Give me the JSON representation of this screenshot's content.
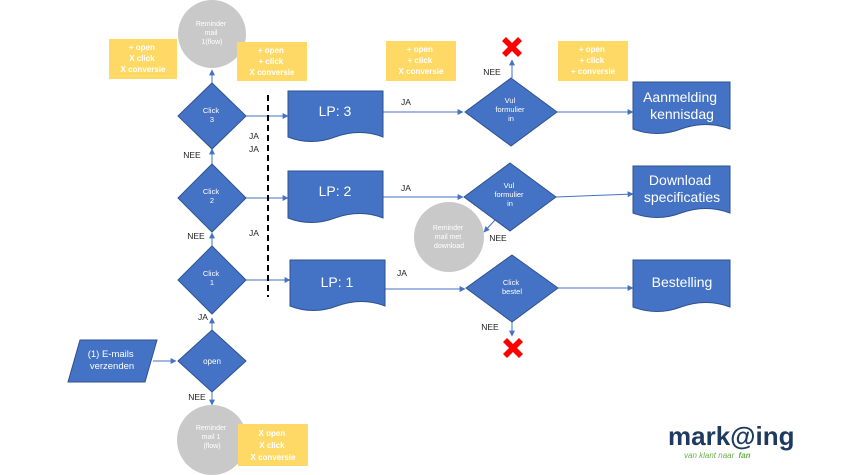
{
  "colors": {
    "shape_blue": "#4472c4",
    "shape_border": "#2f528f",
    "note_yellow": "#ffd966",
    "reminder_grey": "#c9c9c9",
    "cross_red": "#ff0000",
    "logo_dark": "#1e3a5f",
    "logo_green": "#6ab04c"
  },
  "nodes": {
    "send": "(1) E-mails\nverzenden",
    "open": "open",
    "click1": "Click\n1",
    "click2": "Click\n2",
    "click3": "Click\n3",
    "lp1": "LP: 1",
    "lp2": "LP: 2",
    "lp3": "LP: 3",
    "bestel": "Click\nbestel",
    "vul2": "Vul\nformulier\nin",
    "vul3": "Vul\nformulier\nin",
    "bestelling": "Bestelling",
    "download": "Download\nspecificaties",
    "aanmelding": "Aanmelding\nkennisdag",
    "reminder_top": "Reminder\nmail\n1(flow)",
    "reminder_bottom": "Reminder\nmail 1\n(flow)",
    "reminder_download": "Reminder\nmail met\ndownload"
  },
  "notes": {
    "n1": "+ open\nX click\nX conversie",
    "n2": "+ open\n+ click\nX conversie",
    "n3": "+ open\n+ click\nX conversie",
    "n4": "+ open\n+ click\n+ conversie",
    "n5": "X open\nX click\nX conversie"
  },
  "labels": {
    "ja_open": "JA",
    "nee_open": "NEE",
    "nee_c1": "NEE",
    "nee_c2": "NEE",
    "ja_c1": "JA",
    "ja_c2": "JA",
    "ja_c3": "JA",
    "ja_lp1": "JA",
    "ja_lp2": "JA",
    "ja_lp3": "JA",
    "nee_bestel": "NEE",
    "nee_vul2": "NEE",
    "nee_vul3": "NEE"
  },
  "logo": {
    "name": "mark@ing",
    "tagline_prefix": "van klant naar",
    "tagline_emph": "fan"
  }
}
